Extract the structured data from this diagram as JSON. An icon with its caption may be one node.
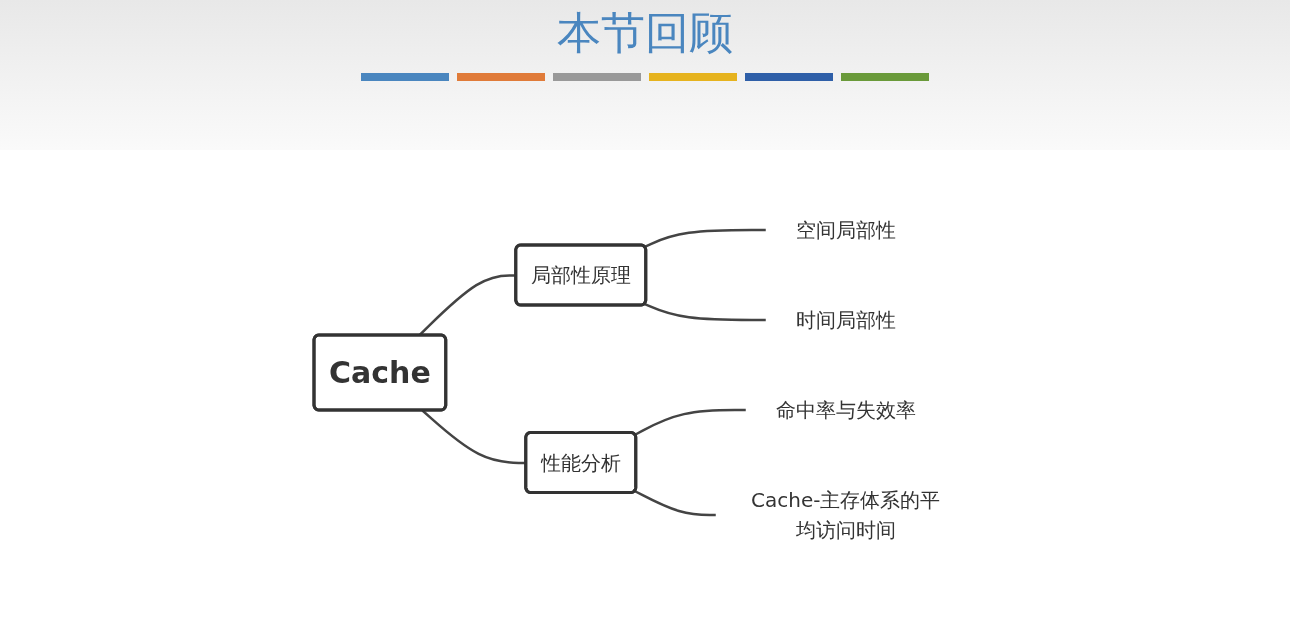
{
  "diagram": {
    "title": "本节回顾",
    "nodes": [
      {
        "text": [
          "Cache"
        ]
      },
      {
        "text": [
          "局部性原理"
        ]
      },
      {
        "text": [
          "性能分析"
        ]
      },
      {
        "text": [
          "空间局部性"
        ]
      },
      {
        "text": [
          "时间局部性"
        ]
      },
      {
        "text": [
          "命中率与失效率"
        ]
      },
      {
        "text": [
          "Cache-主存体系的平均访问时间"
        ]
      }
    ],
    "edges": [
      {
        "from": 0,
        "to": 1,
        "arrow": "none"
      },
      {
        "from": 0,
        "to": 2,
        "arrow": "none"
      },
      {
        "from": 1,
        "to": 3,
        "arrow": "none"
      },
      {
        "from": 1,
        "to": 4,
        "arrow": "none"
      },
      {
        "from": 2,
        "to": 5,
        "arrow": "none"
      },
      {
        "from": 2,
        "to": 6,
        "arrow": "none"
      }
    ]
  }
}
